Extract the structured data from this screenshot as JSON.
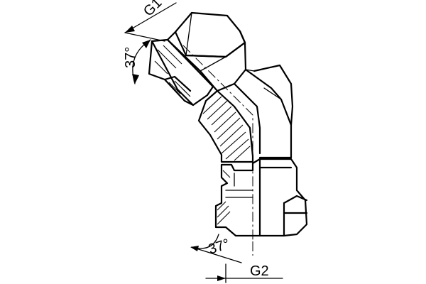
{
  "labels": {
    "thread_top": "G1",
    "angle_top": "37°",
    "angle_bottom": "37°",
    "thread_bottom": "G2"
  }
}
